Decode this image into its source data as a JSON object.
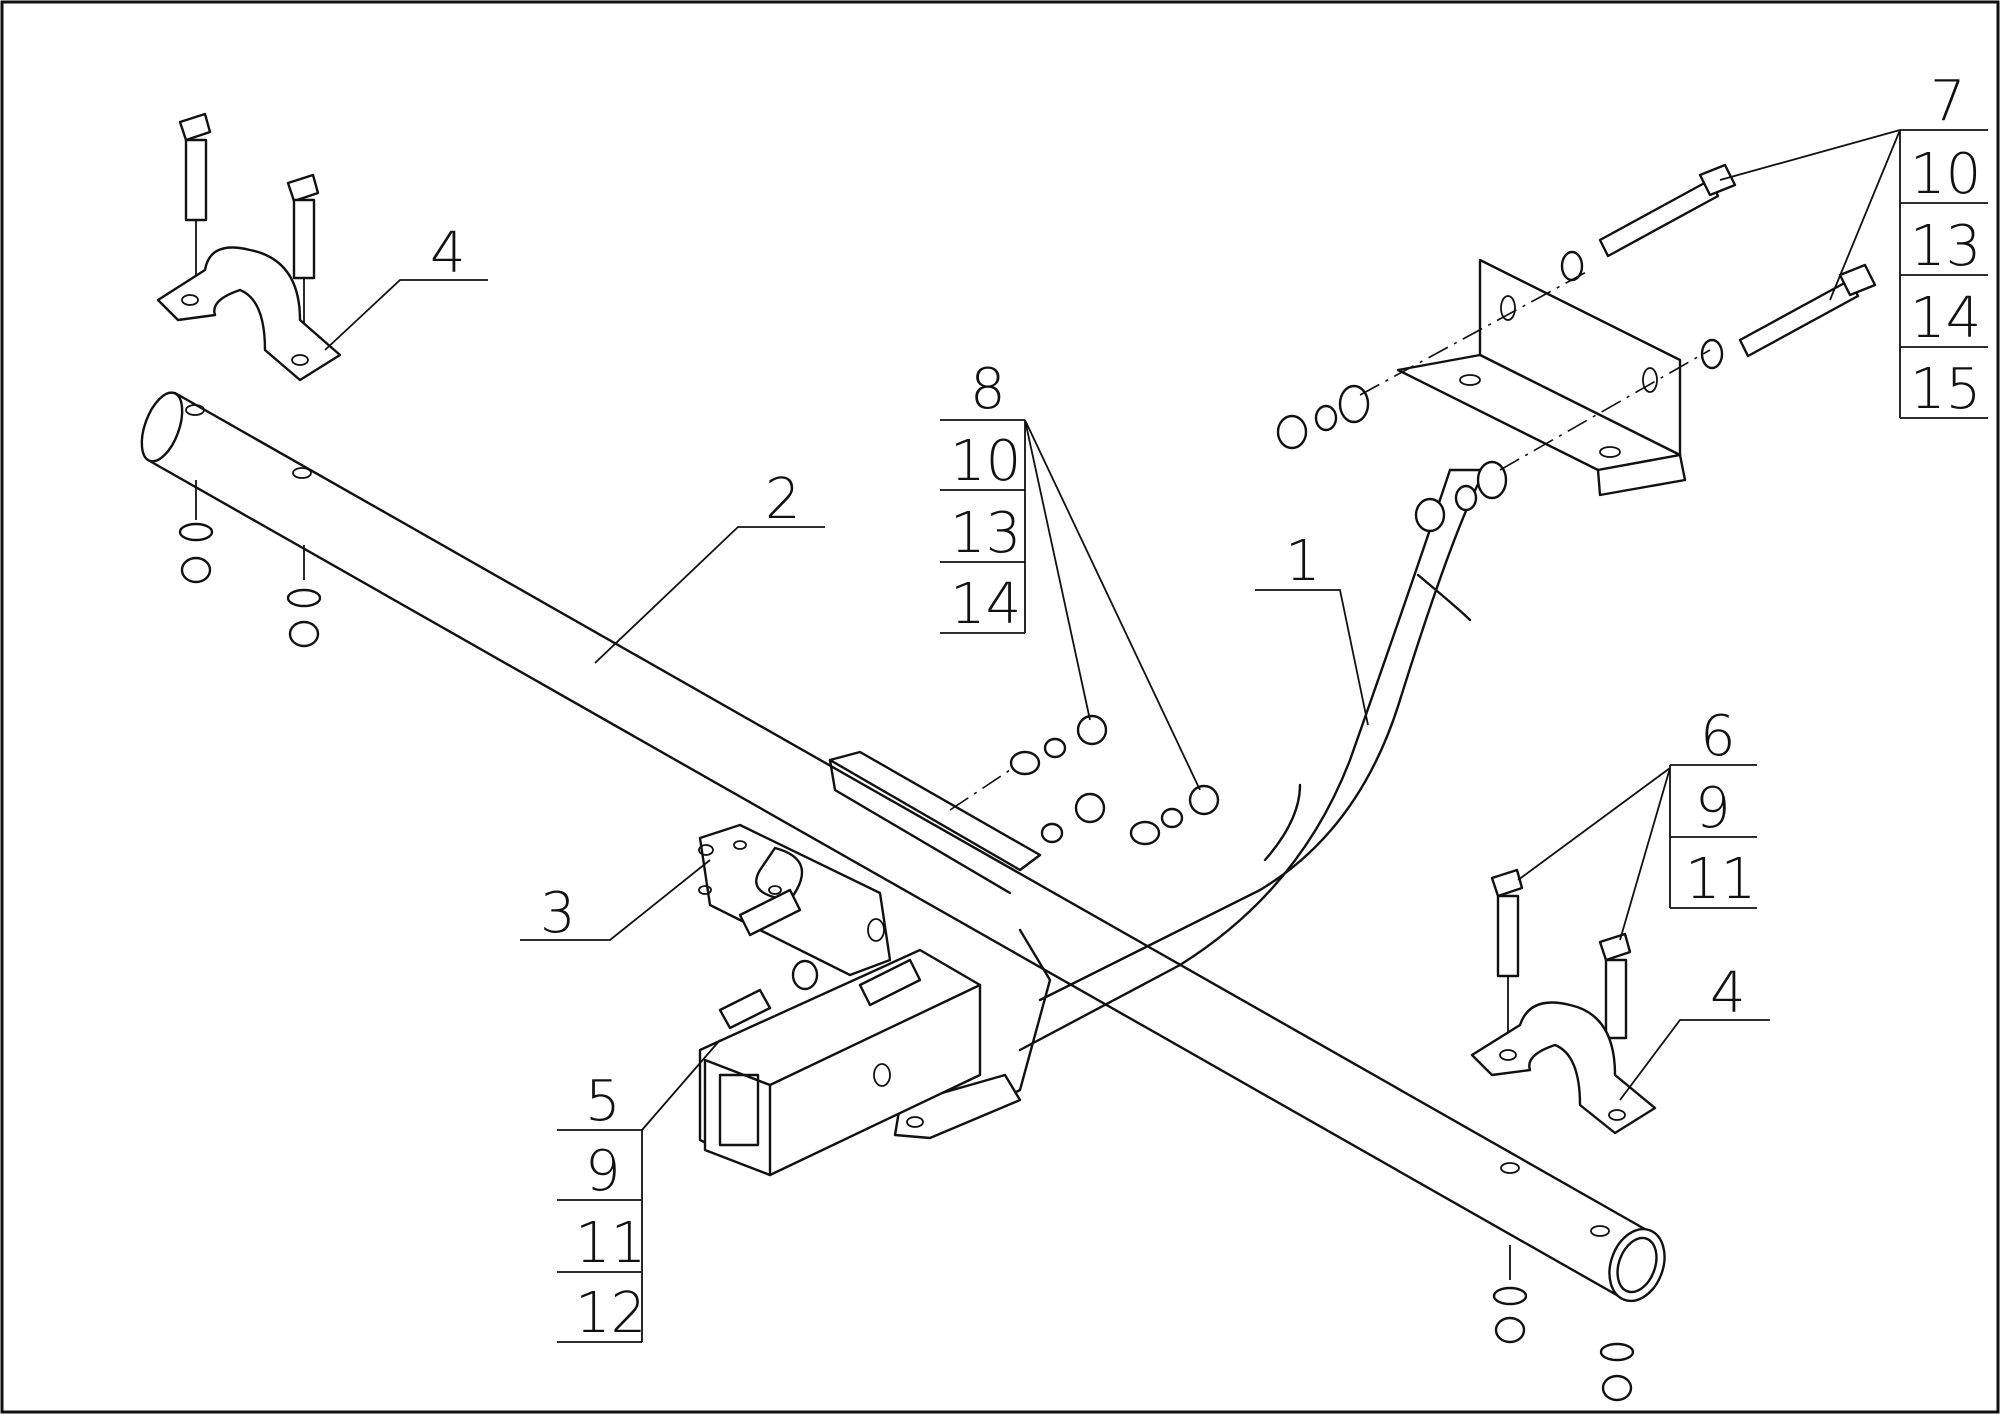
{
  "labels": {
    "body_frame": "1",
    "cross_tube": "2",
    "socket_plate": "3",
    "clamp_left": "4",
    "clamp_right": "4",
    "pin_bolt": "5",
    "bracket_bolt": "7",
    "center_bolt": "8",
    "clamp_bolt": "6"
  },
  "tables": {
    "group7": [
      "10",
      "13",
      "14",
      "15"
    ],
    "group8": [
      "10",
      "13",
      "14"
    ],
    "group6": [
      "9",
      "11"
    ],
    "group5": [
      "9",
      "11",
      "12"
    ]
  }
}
